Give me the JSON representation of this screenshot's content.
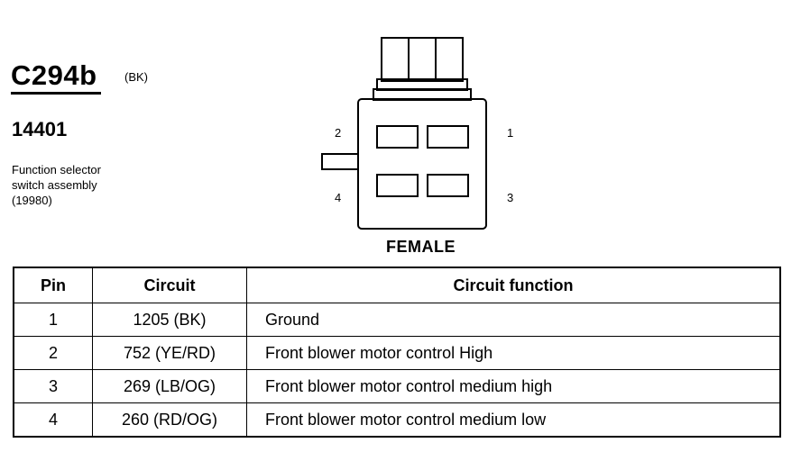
{
  "connector": {
    "id": "C294b",
    "color_code": "(BK)",
    "part_number": "14401",
    "description_lines": [
      "Function selector",
      "switch assembly",
      "(19980)"
    ]
  },
  "diagram": {
    "pin_labels": {
      "p1": "1",
      "p2": "2",
      "p3": "3",
      "p4": "4"
    },
    "gender": "FEMALE"
  },
  "table": {
    "headers": {
      "pin": "Pin",
      "circuit": "Circuit",
      "function": "Circuit function"
    },
    "rows": [
      {
        "pin": "1",
        "circuit": "1205 (BK)",
        "function": "Ground"
      },
      {
        "pin": "2",
        "circuit": "752 (YE/RD)",
        "function": "Front blower motor  control High"
      },
      {
        "pin": "3",
        "circuit": "269 (LB/OG)",
        "function": "Front blower motor  control medium high"
      },
      {
        "pin": "4",
        "circuit": "260 (RD/OG)",
        "function": "Front blower motor  control medium low"
      }
    ]
  }
}
